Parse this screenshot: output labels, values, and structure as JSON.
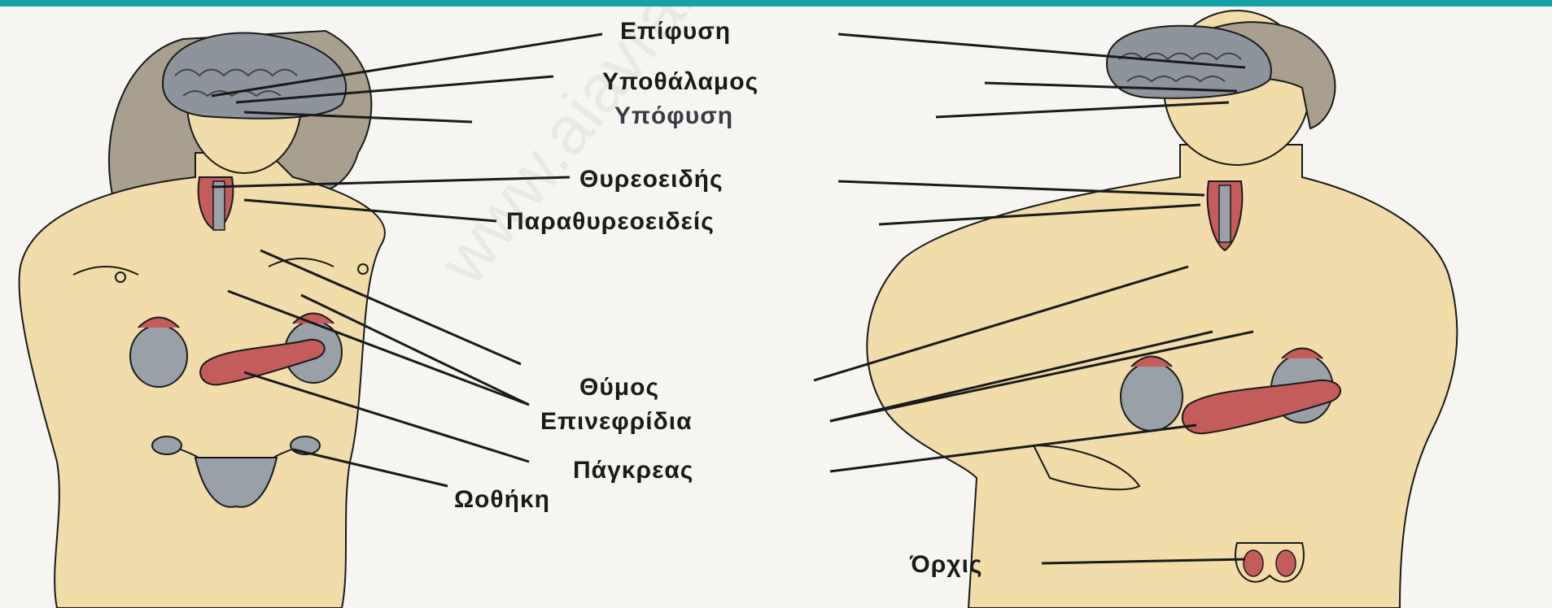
{
  "labels": {
    "epiphysis": "Επίφυση",
    "hypothalamus": "Υποθάλαμος",
    "hypophysis": "Υπόφυση",
    "thyroid": "Θυρεοειδής",
    "parathyroid": "Παραθυρεοειδείς",
    "thymus": "Θύμος",
    "adrenals": "Επινεφρίδια",
    "pancreas": "Πάγκρεας",
    "ovary": "Ωοθήκη",
    "testis": "Όρχις"
  },
  "watermark": "www.aiavramidis.gr",
  "colors": {
    "header_bar": "#14a3a8",
    "skin": "#f1dcaa",
    "hair": "#a89f8f",
    "brain": "#8e949c",
    "gland": "#c45c5c",
    "kidney": "#9aa0a8",
    "outline": "#1a1a1a"
  }
}
